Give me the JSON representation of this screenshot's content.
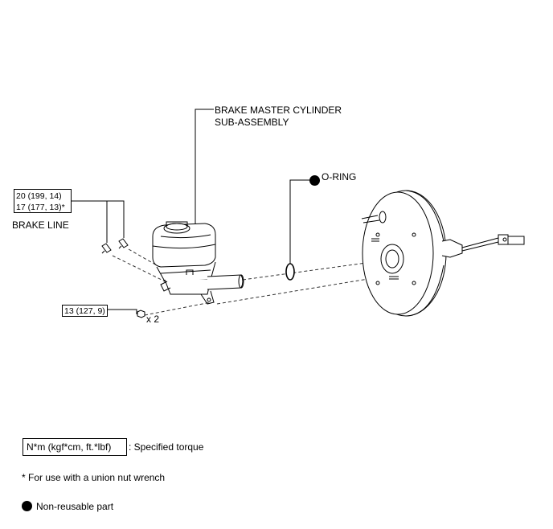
{
  "labels": {
    "master_cylinder_line1": "BRAKE MASTER CYLINDER",
    "master_cylinder_line2": "SUB-ASSEMBLY",
    "o_ring": "O-RING",
    "brake_line": "BRAKE LINE",
    "nut_qty": "x 2"
  },
  "torques": {
    "brake_line_line1": "20 (199, 14)",
    "brake_line_line2": "17 (177, 13)*",
    "nut": "13 (127, 9)"
  },
  "legend": {
    "torque_box": "N*m (kgf*cm, ft.*lbf)",
    "torque_desc": ": Specified torque",
    "union_nut_note": "* For use with a union nut wrench",
    "non_reusable": "Non-reusable part"
  }
}
